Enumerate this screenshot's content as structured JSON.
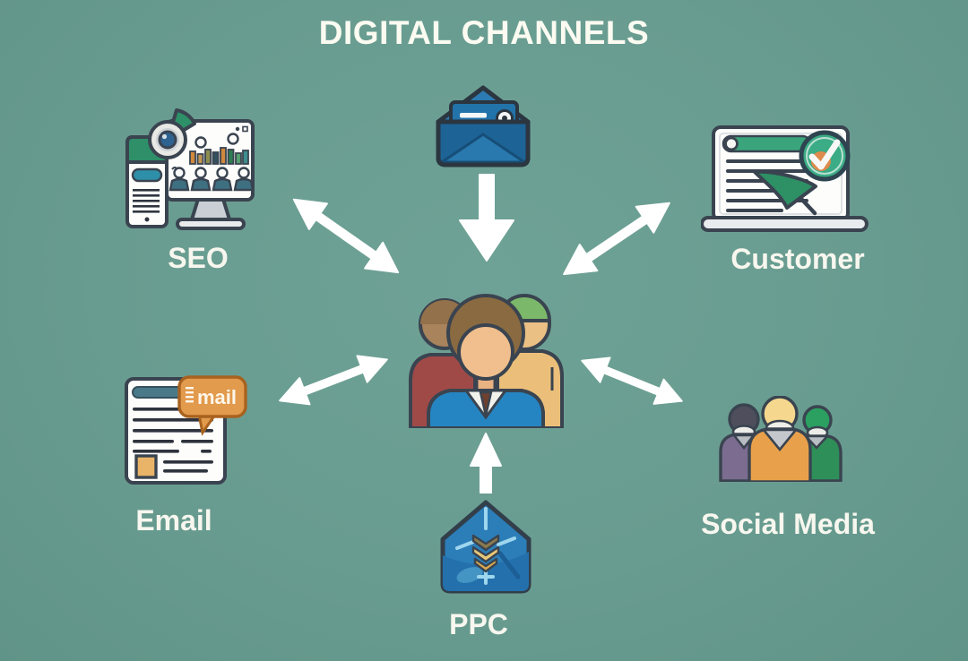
{
  "title": "DIGITAL CHANNELS",
  "colors": {
    "background": "#6A9D92",
    "title_text": "#FBFBF2",
    "label_text": "#F7F7EF",
    "arrow": "#FFFFFF",
    "envelope_blue": "#2273AA",
    "ppc_blue": "#2C7EB8",
    "customer_green": "#3AA57C",
    "check_orange": "#DD8A4C",
    "email_bubble_orange": "#E29A4C",
    "social_purple": "#7B6C90",
    "social_orange": "#E9A04A",
    "social_green": "#2E8F58",
    "center_shirt_blue": "#2585C2"
  },
  "center": {
    "icon": "audience-people-icon"
  },
  "nodes": {
    "inbox": {
      "icon": "open-envelope-icon"
    },
    "seo": {
      "label": "SEO",
      "icon": "seo-analytics-monitor-icon"
    },
    "customer": {
      "label": "Customer",
      "icon": "customer-laptop-check-icon"
    },
    "email": {
      "label": "Email",
      "icon": "email-document-icon",
      "bubble_text": "mail"
    },
    "social_media": {
      "label": "Social Media",
      "icon": "social-media-people-icon"
    },
    "ppc": {
      "label": "PPC",
      "icon": "ppc-envelope-icon"
    }
  },
  "connections": [
    {
      "from": "inbox",
      "to": "center",
      "arrows": "one-way"
    },
    {
      "from": "seo",
      "to": "center",
      "arrows": "two-way"
    },
    {
      "from": "customer",
      "to": "center",
      "arrows": "two-way"
    },
    {
      "from": "email",
      "to": "center",
      "arrows": "two-way"
    },
    {
      "from": "social_media",
      "to": "center",
      "arrows": "two-way"
    },
    {
      "from": "ppc",
      "to": "center",
      "arrows": "one-way"
    }
  ]
}
